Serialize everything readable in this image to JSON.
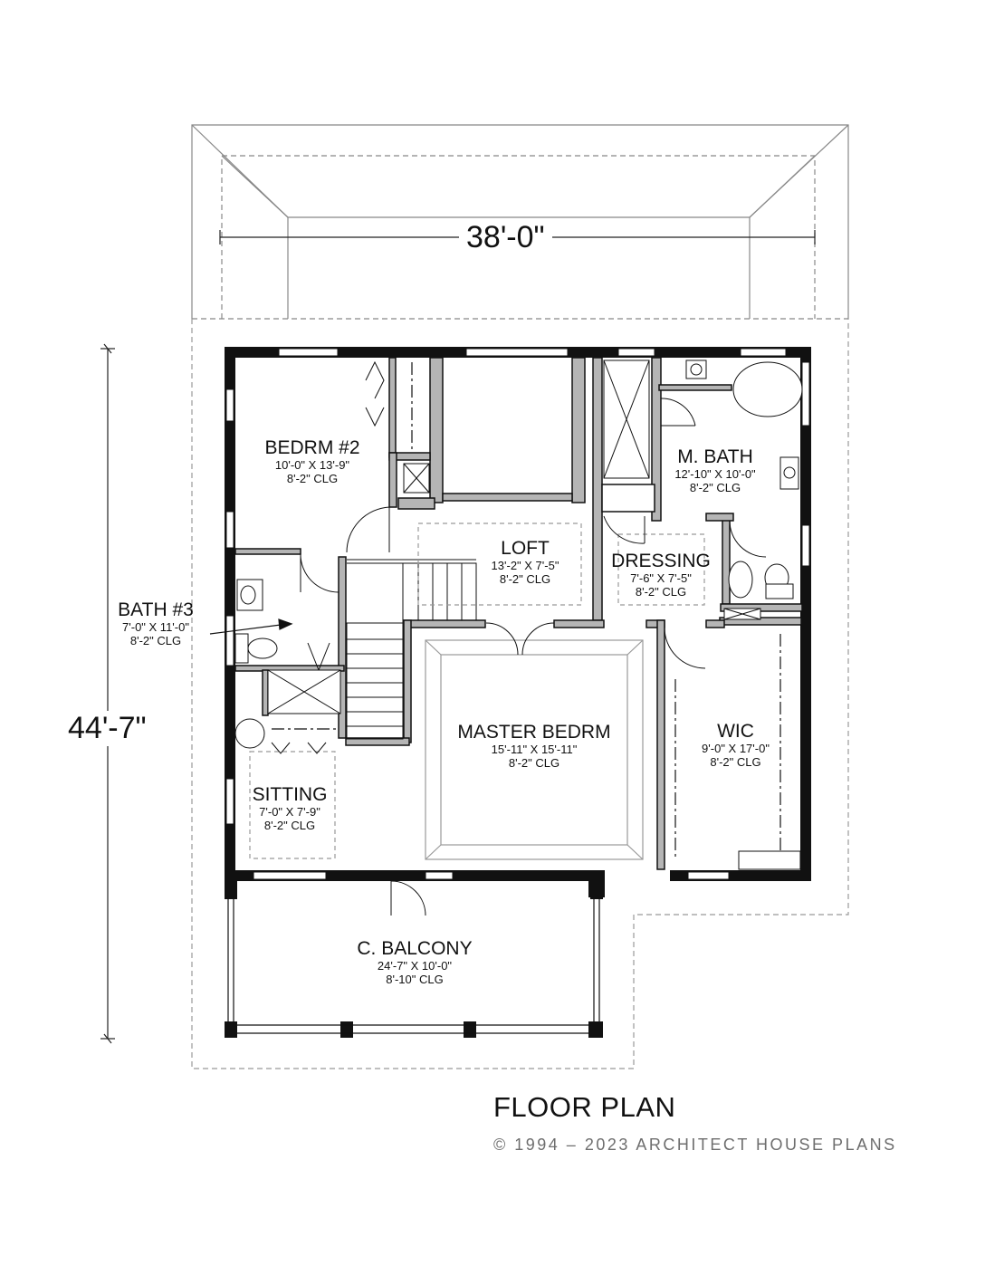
{
  "plan": {
    "title": "FLOOR PLAN",
    "copyright": "© 1994 – 2023 ARCHITECT HOUSE PLANS",
    "dimensions": {
      "width": "38'-0\"",
      "depth": "44'-7\""
    },
    "rooms": [
      {
        "id": "bedroom-2",
        "name": "BEDRM #2",
        "size": "10'-0\" X 13'-9\"",
        "ceiling": "8'-2\" CLG"
      },
      {
        "id": "loft",
        "name": "LOFT",
        "size": "13'-2\" X 7'-5\"",
        "ceiling": "8'-2\" CLG"
      },
      {
        "id": "dressing",
        "name": "DRESSING",
        "size": "7'-6\" X 7'-5\"",
        "ceiling": "8'-2\" CLG"
      },
      {
        "id": "master-bath",
        "name": "M. BATH",
        "size": "12'-10\" X 10'-0\"",
        "ceiling": "8'-2\" CLG"
      },
      {
        "id": "bath-3",
        "name": "BATH #3",
        "size": "7'-0\" X 11'-0\"",
        "ceiling": "8'-2\" CLG"
      },
      {
        "id": "master-bedroom",
        "name": "MASTER BEDRM",
        "size": "15'-11\" X 15'-11\"",
        "ceiling": "8'-2\" CLG"
      },
      {
        "id": "wic",
        "name": "WIC",
        "size": "9'-0\" X 17'-0\"",
        "ceiling": "8'-2\" CLG"
      },
      {
        "id": "sitting",
        "name": "SITTING",
        "size": "7'-0\" X 7'-9\"",
        "ceiling": "8'-2\" CLG"
      },
      {
        "id": "balcony",
        "name": "C. BALCONY",
        "size": "24'-7\" X 10'-0\"",
        "ceiling": "8'-10\" CLG"
      }
    ]
  }
}
